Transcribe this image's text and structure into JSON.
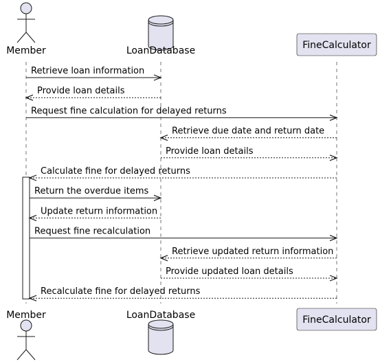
{
  "participants": [
    {
      "id": "member",
      "label": "Member",
      "kind": "actor"
    },
    {
      "id": "loandb",
      "label": "LoanDatabase",
      "kind": "database"
    },
    {
      "id": "finecalc",
      "label": "FineCalculator",
      "kind": "participant"
    }
  ],
  "messages": [
    {
      "from": "member",
      "to": "loandb",
      "label": "Retrieve loan information",
      "style": "solid"
    },
    {
      "from": "loandb",
      "to": "member",
      "label": "Provide loan details",
      "style": "dashed"
    },
    {
      "from": "member",
      "to": "finecalc",
      "label": "Request fine calculation for delayed returns",
      "style": "solid"
    },
    {
      "from": "finecalc",
      "to": "loandb",
      "label": "Retrieve due date and return date",
      "style": "dashed"
    },
    {
      "from": "loandb",
      "to": "finecalc",
      "label": "Provide loan details",
      "style": "dashed"
    },
    {
      "from": "finecalc",
      "to": "member",
      "label": "Calculate fine for delayed returns",
      "style": "dashed"
    },
    {
      "from": "member",
      "to": "loandb",
      "label": "Return the overdue items",
      "style": "solid"
    },
    {
      "from": "loandb",
      "to": "member",
      "label": "Update return information",
      "style": "dashed"
    },
    {
      "from": "member",
      "to": "finecalc",
      "label": "Request fine recalculation",
      "style": "solid"
    },
    {
      "from": "finecalc",
      "to": "loandb",
      "label": "Retrieve updated return information",
      "style": "dashed"
    },
    {
      "from": "loandb",
      "to": "finecalc",
      "label": "Provide updated loan details",
      "style": "dashed"
    },
    {
      "from": "finecalc",
      "to": "member",
      "label": "Recalculate fine for delayed returns",
      "style": "dashed"
    }
  ],
  "activation": {
    "participant": "member",
    "from_message": 6,
    "to_message": 12
  },
  "colors": {
    "participant_fill": "#E2E2F0",
    "participant_border": "#181818",
    "lifeline": "#181818",
    "arrow": "#181818"
  }
}
